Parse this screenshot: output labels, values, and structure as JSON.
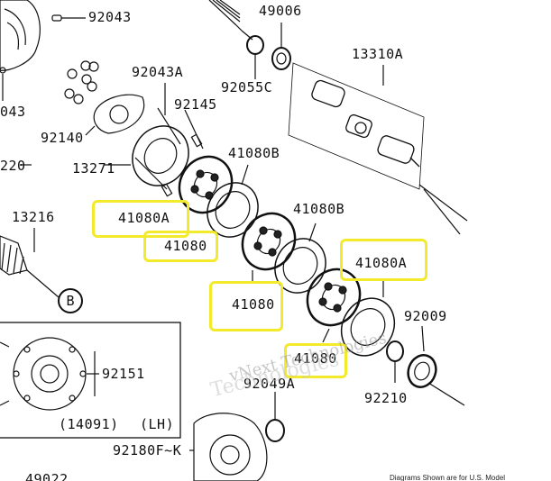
{
  "labels": {
    "p92043": "92043",
    "p49006": "49006",
    "p13310A": "13310A",
    "p92043A": "92043A",
    "p92055C": "92055C",
    "p043": "043",
    "p92145": "92145",
    "p92140": "92140",
    "p41080B_1": "41080B",
    "p13271": "13271",
    "p220": "220",
    "p41080B_2": "41080B",
    "p13216": "13216",
    "p92009": "92009",
    "p92151": "92151",
    "p92210": "92210",
    "p92049A": "92049A",
    "p14091": "(14091)",
    "pLH": "(LH)",
    "p92180F": "92180F~K",
    "p49022": "49022"
  },
  "highlighted": {
    "h41080A_left": "41080A",
    "h41080_a": "41080",
    "h41080_b": "41080",
    "h41080A_right": "41080A",
    "h41080_c": "41080"
  },
  "callout_b": "B",
  "watermark": {
    "line1": "vNext Technologies",
    "line2": "Technologies"
  },
  "disclaimer": "Diagrams Shown are for U.S. Model",
  "colors": {
    "highlight": "#f2ea2a",
    "ink": "#111111",
    "watermark": "#9a9a9a"
  }
}
